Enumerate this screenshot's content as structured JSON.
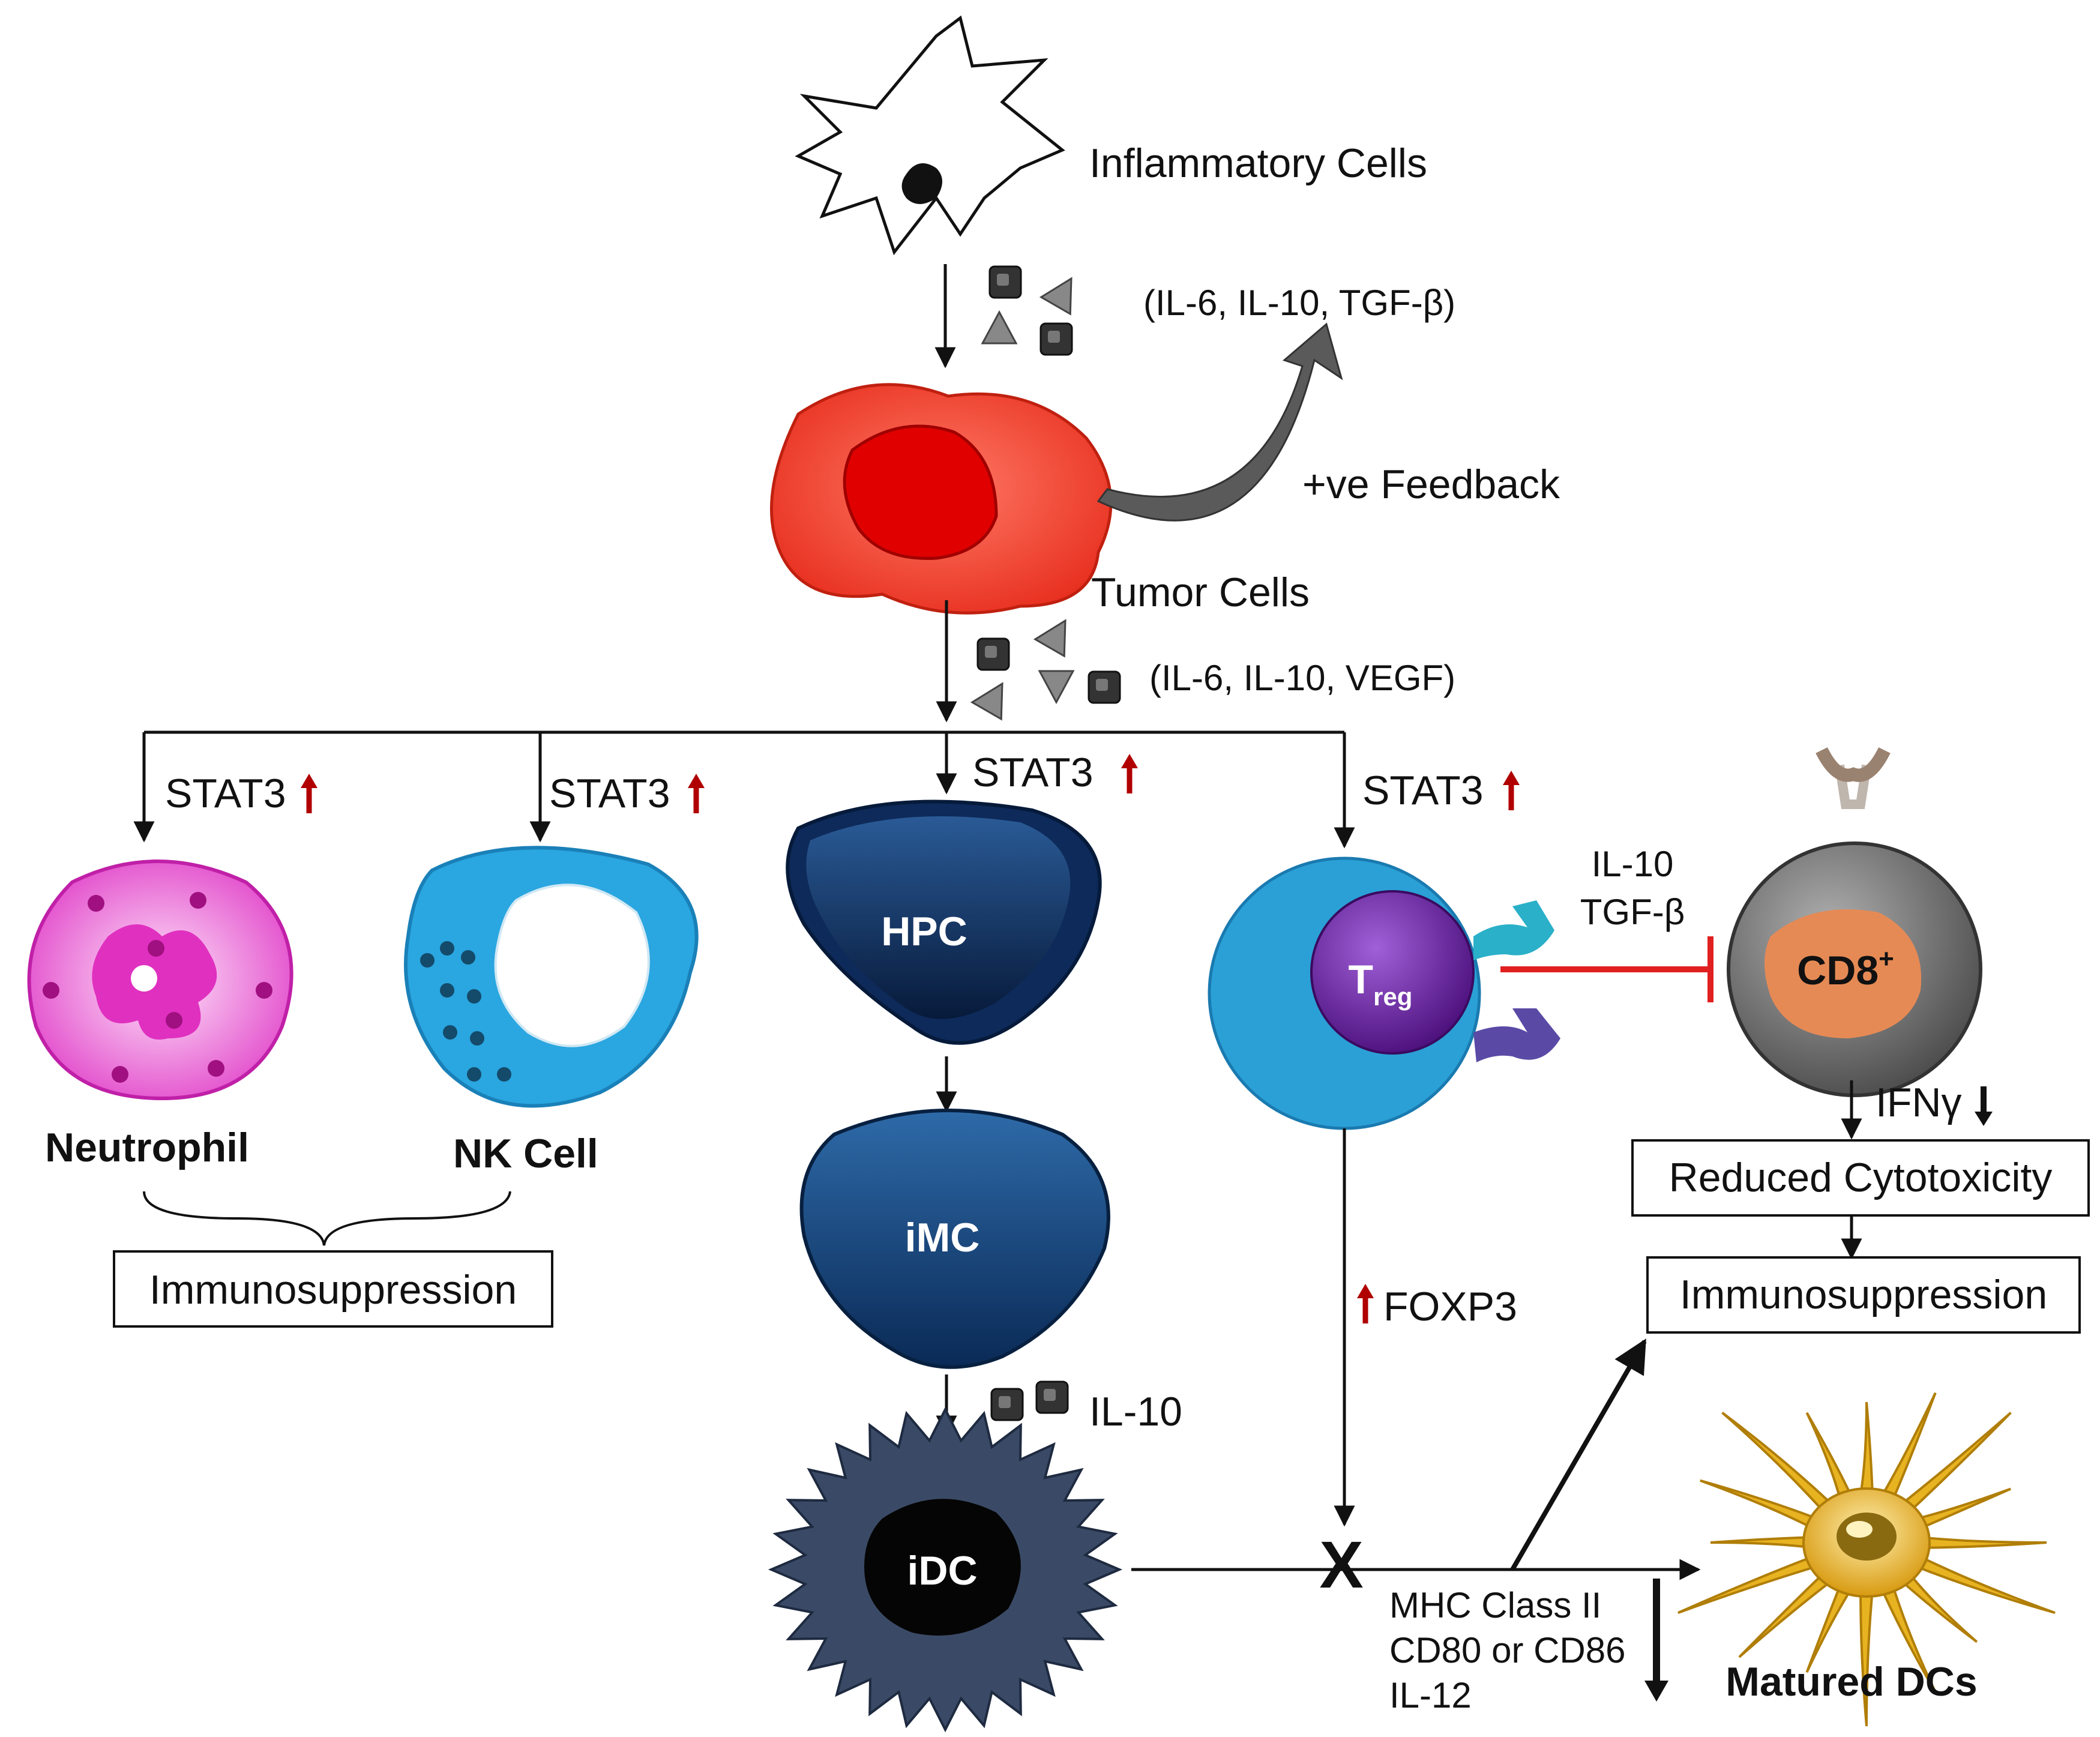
{
  "labels": {
    "inflammatory_cells": "Inflammatory Cells",
    "cytokines_top": "(IL-6, IL-10, TGF-β)",
    "feedback": "+ve Feedback",
    "tumor_cells": "Tumor Cells",
    "cytokines_tumor": "(IL-6, IL-10, VEGF)",
    "stat3": "STAT3",
    "hpc": "HPC",
    "imc": "iMC",
    "idc": "iDC",
    "treg_main": "T",
    "treg_sub": "reg",
    "cd8_main": "CD8",
    "cd8_sup": "+",
    "il10_tgf_line1": "IL-10",
    "il10_tgf_line2": "TGF-β",
    "neutrophil": "Neutrophil",
    "nk_cell": "NK Cell",
    "immunosuppression_left": "Immunosuppression",
    "ifng": "IFNγ",
    "reduced_cytotoxicity": "Reduced Cytotoxicity",
    "immunosuppression_right": "Immunosuppression",
    "foxp3": "FOXP3",
    "il10_idc": "IL-10",
    "block_mark": "X",
    "mhc_line1": "MHC Class II",
    "mhc_line2": "CD80 or CD86",
    "mhc_line3": "IL-12",
    "matured_dcs": "Matured DCs"
  },
  "colors": {
    "tumor": "#f03a2a",
    "tumor_nucleus": "#e00000",
    "neutrophil": "#ee33cc",
    "nk": "#2aa6e0",
    "hpc": "#0d2a5a",
    "imc": "#123e74",
    "idc": "#3a4a66",
    "treg_outer": "#2aa0d6",
    "treg_inner": "#6a1f9a",
    "cd8_outer": "#6e6e6e",
    "cd8_inner": "#e68a55",
    "matured_dc": "#e8b321",
    "up_arrow": "#b00000",
    "inhibit_line": "#e02020",
    "feedback_arrow": "#555555"
  }
}
